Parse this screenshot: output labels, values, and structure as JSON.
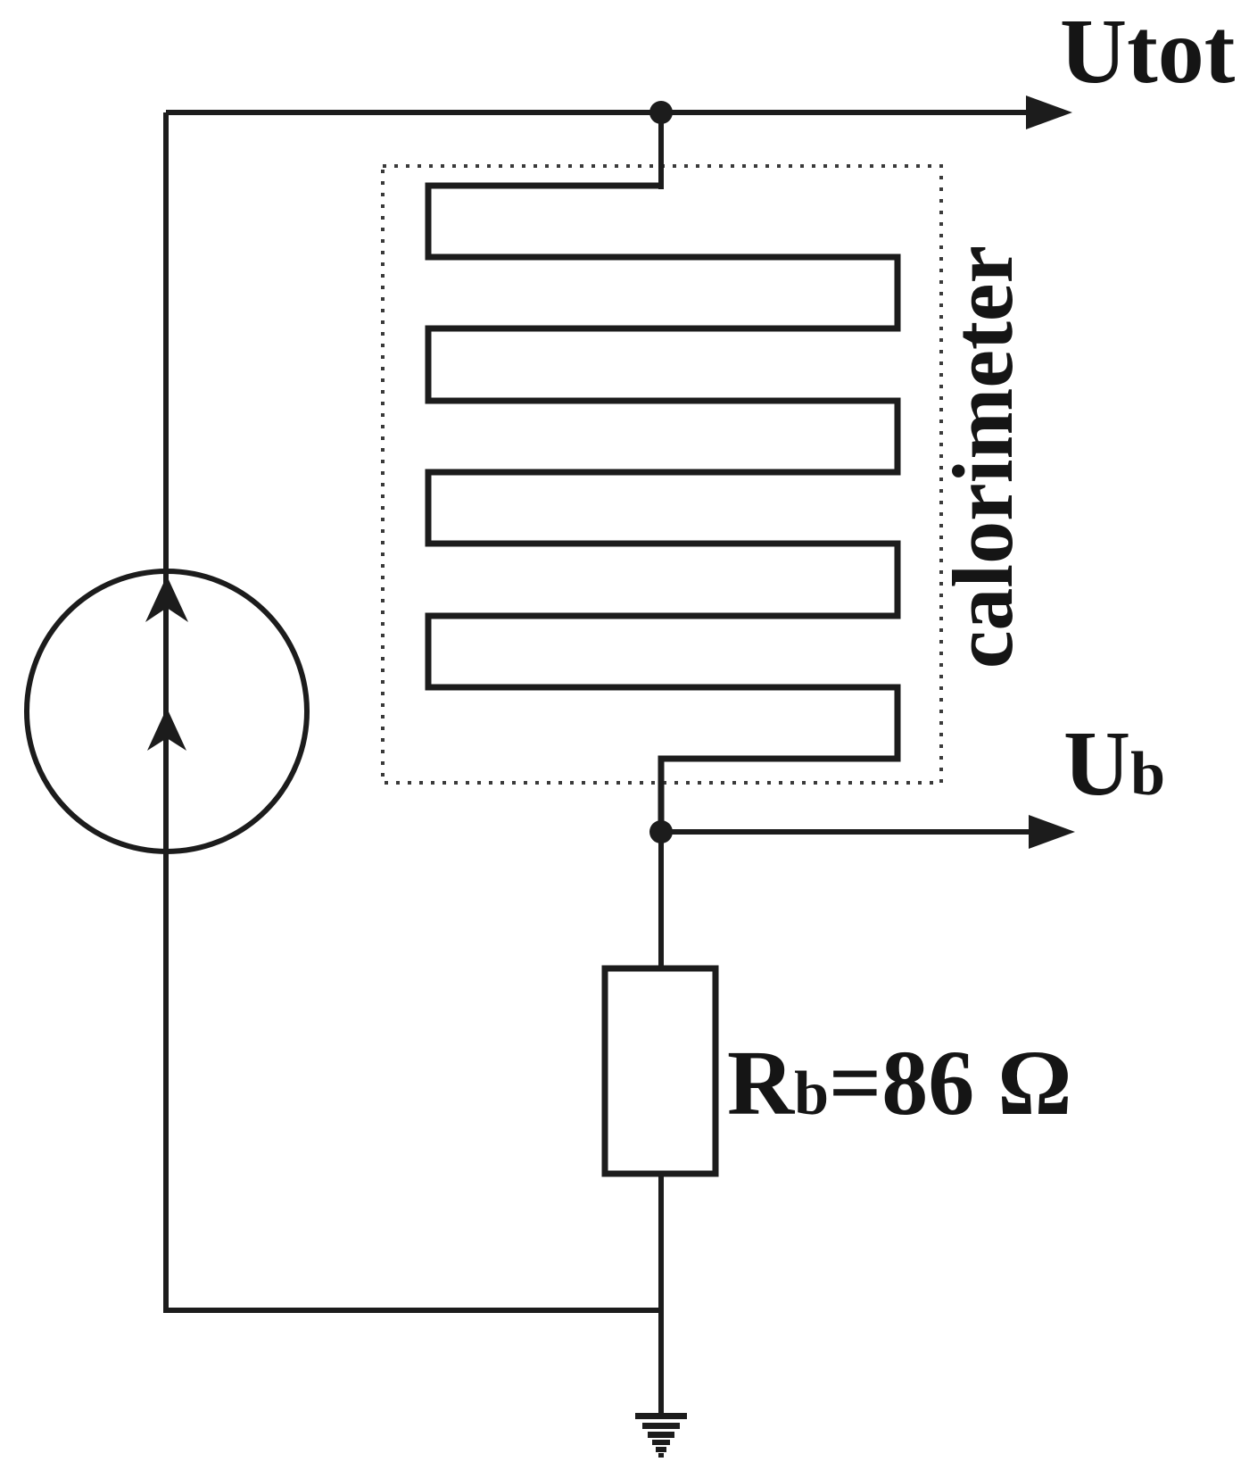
{
  "diagram": {
    "labels": {
      "utot": "Utot",
      "ub": {
        "main": "U",
        "sub": "b"
      },
      "calorimeter": "calorimeter",
      "rb": {
        "main": "R",
        "sub": "b",
        "value": "=86 Ω"
      }
    },
    "colors": {
      "line": "#1c1c1c",
      "text": "#151515",
      "dotted_border": "#3a3a3a",
      "background": "#ffffff"
    },
    "icons": [
      "current-source-icon",
      "arrow-up-icon",
      "arrow-right-icon",
      "junction-dot",
      "ground-icon",
      "meander-resistor",
      "resistor-box"
    ]
  }
}
